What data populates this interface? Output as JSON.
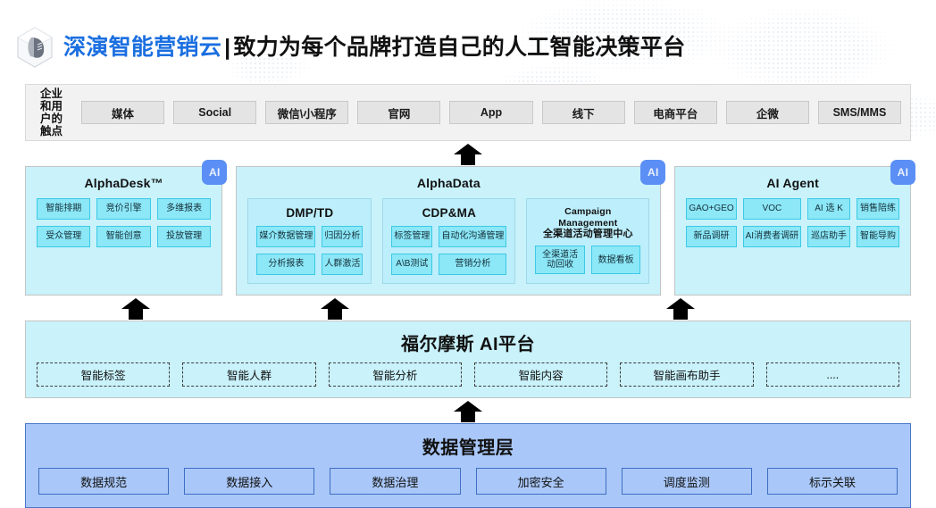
{
  "header": {
    "logo_icon": "hex-cube-logo-icon",
    "brand": "深演智能营销云",
    "separator": "|",
    "tagline": "致力为每个品牌打造自己的人工智能决策平台"
  },
  "touchpoints": {
    "label": "企业和用户的触点",
    "items": [
      "媒体",
      "Social",
      "微信\\小程序",
      "官网",
      "App",
      "线下",
      "电商平台",
      "企微",
      "SMS/MMS"
    ]
  },
  "products": {
    "ai_badge": "AI",
    "alphadesk": {
      "title": "AlphaDesk™",
      "cells": [
        "智能排期",
        "竞价引擎",
        "多维报表",
        "受众管理",
        "智能创意",
        "投放管理"
      ]
    },
    "alphadata": {
      "title": "AlphaData",
      "groups": [
        {
          "title_en": "DMP/TD",
          "title_cn": "",
          "cells": [
            "媒介数据管理",
            "归因分析",
            "分析报表",
            "人群激活"
          ]
        },
        {
          "title_en": "CDP&MA",
          "title_cn": "",
          "cells": [
            "标签管理",
            "自动化沟通管理",
            "A\\B测试",
            "营销分析"
          ]
        },
        {
          "title_en": "Campaign Management",
          "title_cn": "全渠道活动管理中心",
          "cells": [
            "全渠道活动回收",
            "数据看板"
          ]
        }
      ]
    },
    "agent": {
      "title": "AI Agent",
      "cells": [
        "GAO+GEO",
        "VOC",
        "AI 选 K",
        "销售陪练",
        "新品调研",
        "AI消费者调研",
        "巡店助手",
        "智能导购"
      ]
    }
  },
  "platform": {
    "title": "福尔摩斯 AI平台",
    "items": [
      "智能标签",
      "智能人群",
      "智能分析",
      "智能内容",
      "智能画布助手",
      "...."
    ]
  },
  "data_layer": {
    "title": "数据管理层",
    "items": [
      "数据规范",
      "数据接入",
      "数据治理",
      "加密安全",
      "调度监测",
      "标示关联"
    ]
  },
  "colors": {
    "brand_blue": "#1b6fe0",
    "panel_cyan": "#c9f2fb",
    "cell_cyan": "#8ce7f7",
    "data_blue": "#a9c7f8",
    "ai_badge": "#5b8ff5"
  }
}
